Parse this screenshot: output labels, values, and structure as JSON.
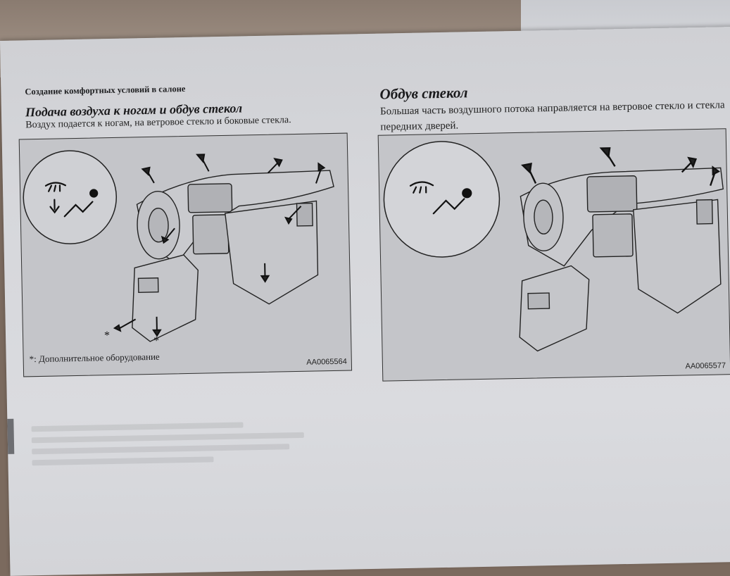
{
  "header": "Создание комфортных условий в салоне",
  "left": {
    "title": "Подача воздуха к ногам и обдув стекол",
    "description": "Воздух подается к ногам, на ветровое стекло и боковые стекла.",
    "footnote": "*: Дополнительное оборудование",
    "star_a": "*",
    "star_b": "*",
    "figure_code": "AA0065564",
    "icon": "defrost-feet-icon"
  },
  "right": {
    "title": "Обдув стекол",
    "description": "Большая часть воздушного потока направляется на ветровое стекло и стекла передних дверей.",
    "figure_code": "AA0065577",
    "icon": "defrost-icon"
  }
}
